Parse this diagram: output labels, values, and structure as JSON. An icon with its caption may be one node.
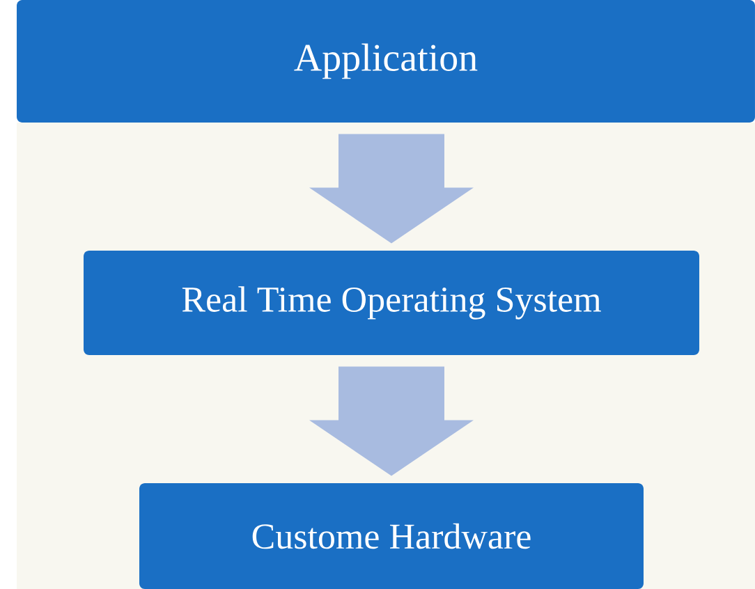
{
  "diagram": {
    "nodes": [
      {
        "text": [
          "Application"
        ]
      },
      {
        "text": [
          "Real Time Operating System"
        ]
      },
      {
        "text": [
          "Custome Hardware"
        ]
      }
    ],
    "edges": [
      {
        "from": 0,
        "to": 1,
        "arrow": "to"
      },
      {
        "from": 1,
        "to": 2,
        "arrow": "to"
      }
    ]
  }
}
